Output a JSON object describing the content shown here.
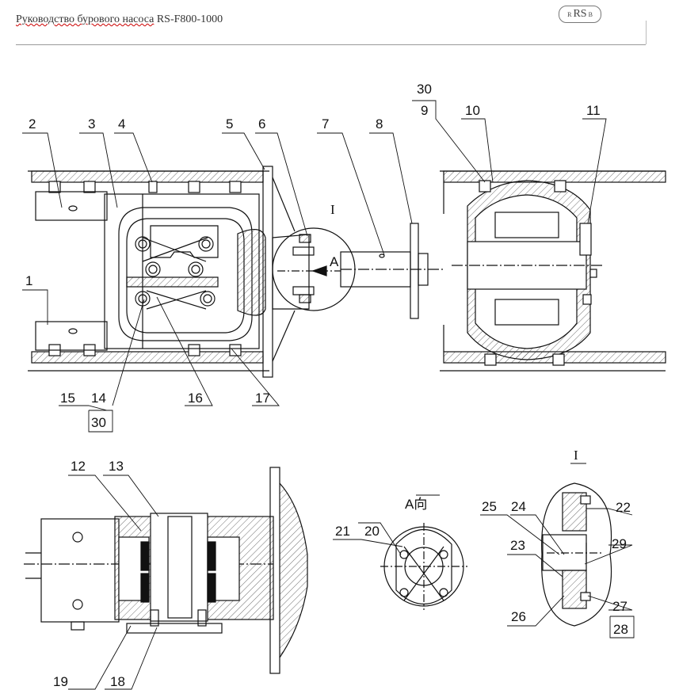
{
  "header": {
    "title_ru": "Руководство бурового насоса",
    "title_model": " RS-F800-1000",
    "logo_left": "R",
    "logo_main": "RS",
    "logo_right": "B"
  },
  "callouts": {
    "n1": "1",
    "n2": "2",
    "n3": "3",
    "n4": "4",
    "n5": "5",
    "n6": "6",
    "n7": "7",
    "n8": "8",
    "n9": "9",
    "n10": "10",
    "n11": "11",
    "n12": "12",
    "n13": "13",
    "n14": "14",
    "n15": "15",
    "n16": "16",
    "n17": "17",
    "n18": "18",
    "n19": "19",
    "n20": "20",
    "n21": "21",
    "n22": "22",
    "n23": "23",
    "n24": "24",
    "n25": "25",
    "n26": "26",
    "n27": "27",
    "n28": "28",
    "n29": "29",
    "n30a": "30",
    "n30b": "30"
  },
  "views": {
    "detail_i": "I",
    "detail_i_view": "I",
    "arrow_a": "A",
    "view_a": "A向"
  }
}
